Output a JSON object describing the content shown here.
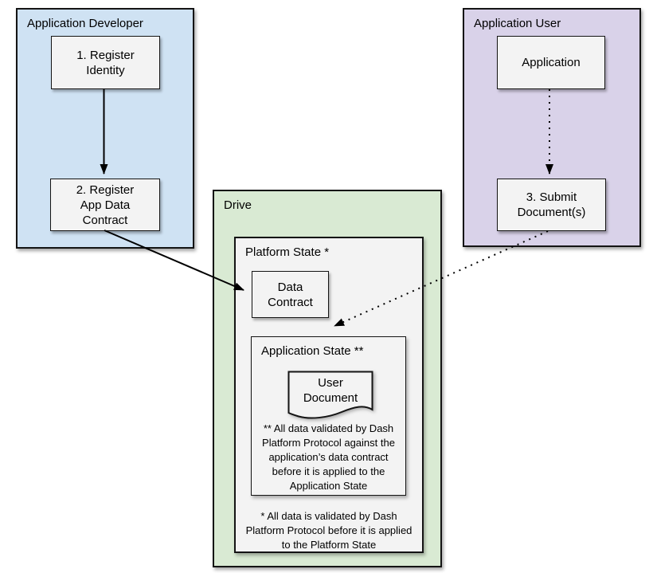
{
  "containers": {
    "developer": {
      "title": "Application Developer"
    },
    "user": {
      "title": "Application User"
    },
    "drive": {
      "title": "Drive"
    }
  },
  "groups": {
    "platform_state": {
      "title": "Platform State *"
    },
    "application_state": {
      "title": "Application State **"
    }
  },
  "nodes": {
    "register_identity": {
      "label": "1. Register\nIdentity"
    },
    "register_app_data_contract": {
      "label": "2. Register\nApp Data\nContract"
    },
    "application": {
      "label": "Application"
    },
    "submit_documents": {
      "label": "3. Submit\nDocument(s)"
    },
    "data_contract": {
      "label": "Data\nContract"
    },
    "user_document": {
      "label": "User\nDocument"
    }
  },
  "footnotes": {
    "application_state": "** All data validated by Dash\nPlatform Protocol against the\napplication’s data contract\nbefore it is applied to the\nApplication State",
    "platform_state": "* All data is validated by Dash\nPlatform Protocol before it is applied\nto the Platform State"
  },
  "colors": {
    "developer_bg": "#cfe2f3",
    "user_bg": "#d9d2e9",
    "drive_bg": "#d9ead3",
    "node_bg": "#f3f3f3",
    "border": "#141414",
    "arrow": "#000000"
  }
}
